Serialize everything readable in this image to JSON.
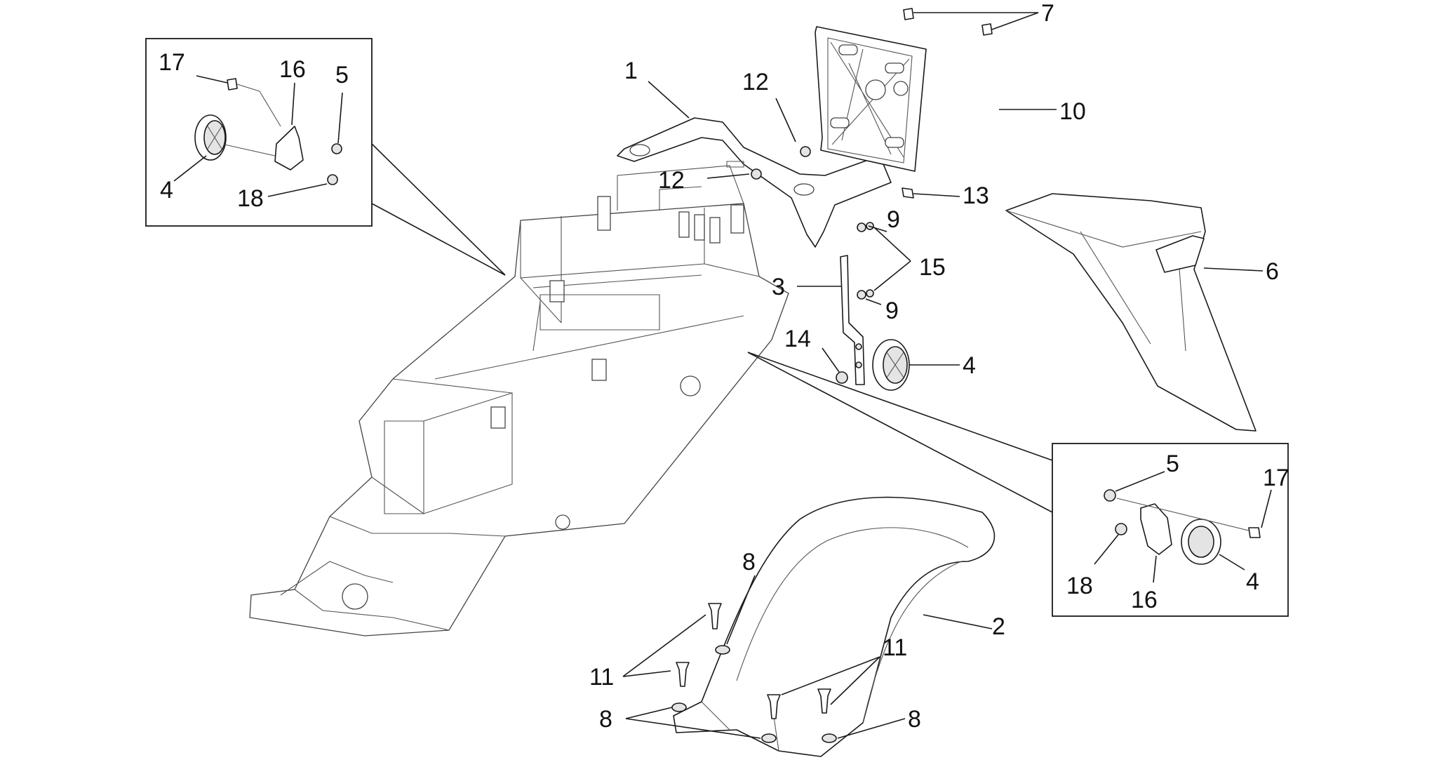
{
  "diagram": {
    "callouts": {
      "c1": "1",
      "c2": "2",
      "c3": "3",
      "c4a": "4",
      "c4b": "4",
      "c4c": "4",
      "c5a": "5",
      "c5b": "5",
      "c6": "6",
      "c7": "7",
      "c8a": "8",
      "c8b": "8",
      "c8c": "8",
      "c9a": "9",
      "c9b": "9",
      "c10": "10",
      "c11a": "11",
      "c11b": "11",
      "c12a": "12",
      "c12b": "12",
      "c13": "13",
      "c14": "14",
      "c15": "15",
      "c16a": "16",
      "c16b": "16",
      "c17a": "17",
      "c17b": "17",
      "c18a": "18",
      "c18b": "18"
    }
  }
}
